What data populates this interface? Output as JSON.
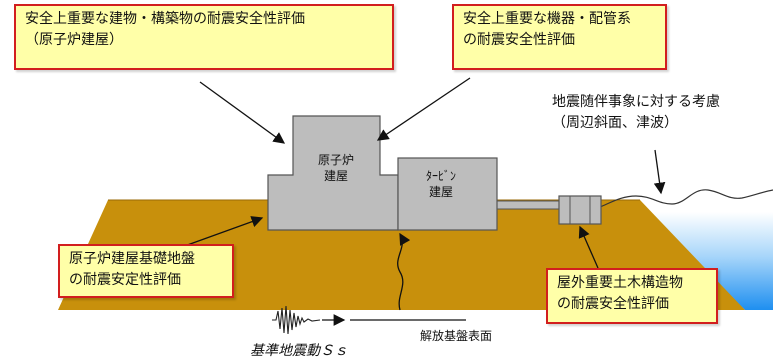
{
  "callouts": {
    "building_seismic": {
      "line1": "安全上重要な建物・構築物の耐震安全性評価",
      "line2": "（原子炉建屋）"
    },
    "equipment_seismic": {
      "line1": "安全上重要な機器・配管系",
      "line2": "の耐震安全性評価"
    },
    "foundation": {
      "line1": "原子炉建屋基礎地盤",
      "line2": "の耐震安定性評価"
    },
    "civil_structure": {
      "line1": "屋外重要土木構造物",
      "line2": "の耐震安全性評価"
    }
  },
  "accompanying_event": {
    "line1": "地震随伴事象に対する考慮",
    "line2": "（周辺斜面、津波）"
  },
  "buildings": {
    "reactor_line1": "原子炉",
    "reactor_line2": "建屋",
    "turbine_line1": "ﾀｰﾋﾞﾝ",
    "turbine_line2": "建屋"
  },
  "labels": {
    "bedrock_surface": "解放基盤表面",
    "ground_motion": "基準地震動Ｓｓ"
  },
  "colors": {
    "callout_fill": "#ffffa8",
    "callout_border": "#d21e1e",
    "ground": "#c8900c",
    "building": "#bdbdbd",
    "sea": "#1e8ff0"
  }
}
